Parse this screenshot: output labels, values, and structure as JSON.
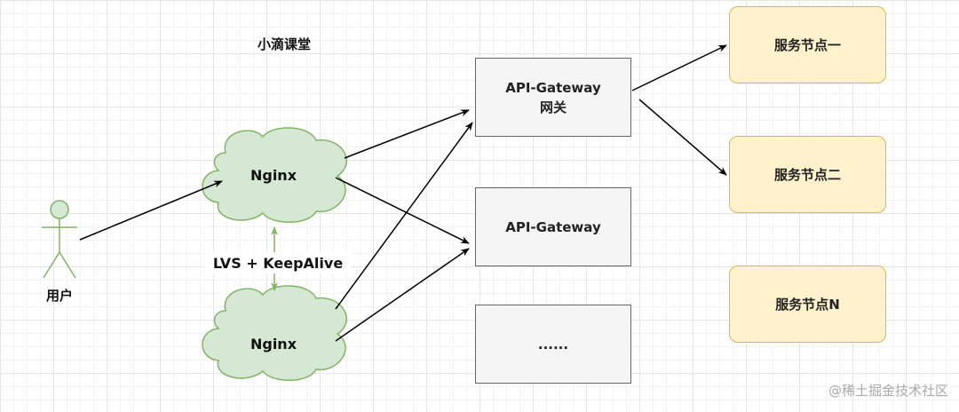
{
  "title": "小滴课堂",
  "user_label": "用户",
  "nginx_top": "Nginx",
  "nginx_bottom": "Nginx",
  "lvs_label": "LVS + KeepAlive",
  "gateways": [
    {
      "line1": "API-Gateway",
      "line2": "网关"
    },
    {
      "line1": "API-Gateway",
      "line2": ""
    },
    {
      "line1": "......",
      "line2": ""
    }
  ],
  "services": [
    "服务节点一",
    "服务节点二",
    "服务节点N"
  ],
  "watermark": "@稀土掘金技术社区",
  "colors": {
    "cloud_fill": "#d5e8d4",
    "cloud_stroke": "#82b366",
    "gateway_fill": "#f5f5f5",
    "service_fill": "#fff2cc",
    "service_stroke": "#d6b656",
    "lvs_arrow": "#82b366"
  }
}
